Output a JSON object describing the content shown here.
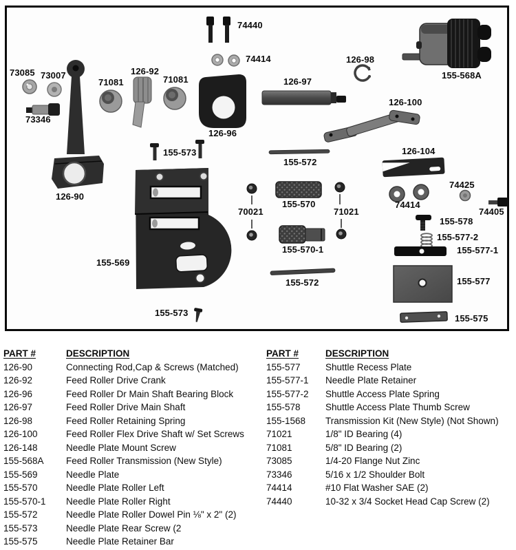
{
  "diagram": {
    "labels": [
      "73085",
      "73007",
      "73346",
      "126-90",
      "71081",
      "126-92",
      "71081",
      "126-96",
      "74440",
      "74414",
      "155-573",
      "126-97",
      "126-98",
      "155-568A",
      "126-100",
      "155-572",
      "126-104",
      "155-569",
      "70021",
      "155-570",
      "71021",
      "155-570-1",
      "74414",
      "74425",
      "74405",
      "155-578",
      "155-577-2",
      "155-577-1",
      "155-577",
      "155-572",
      "155-573",
      "155-575"
    ]
  },
  "parts_list": {
    "left": {
      "header_part": "PART #",
      "header_desc": "DESCRIPTION",
      "rows": [
        {
          "part": "126-90",
          "desc": "Connecting Rod,Cap & Screws (Matched)"
        },
        {
          "part": "126-92",
          "desc": "Feed Roller Drive Crank"
        },
        {
          "part": "126-96",
          "desc": "Feed Roller Dr Main Shaft Bearing Block"
        },
        {
          "part": "126-97",
          "desc": "Feed Roller Drive Main Shaft"
        },
        {
          "part": "126-98",
          "desc": "Feed Roller Retaining Spring"
        },
        {
          "part": "126-100",
          "desc": "Feed Roller Flex Drive Shaft w/ Set Screws"
        },
        {
          "part": "126-148",
          "desc": "Needle Plate Mount Screw"
        },
        {
          "part": "155-568A",
          "desc": "Feed Roller Transmission (New Style)"
        },
        {
          "part": "155-569",
          "desc": "Needle Plate"
        },
        {
          "part": "155-570",
          "desc": "Needle Plate Roller Left"
        },
        {
          "part": "155-570-1",
          "desc": "Needle Plate Roller Right"
        },
        {
          "part": "155-572",
          "desc": "Needle Plate Roller Dowel Pin ⅛\" x 2\" (2)"
        },
        {
          "part": "155-573",
          "desc": "Needle Plate Rear Screw (2"
        },
        {
          "part": "155-575",
          "desc": "Needle Plate Retainer Bar"
        }
      ]
    },
    "right": {
      "header_part": "PART #",
      "header_desc": "DESCRIPTION",
      "rows": [
        {
          "part": "155-577",
          "desc": "Shuttle Recess Plate"
        },
        {
          "part": "155-577-1",
          "desc": "Needle Plate Retainer"
        },
        {
          "part": "155-577-2",
          "desc": "Shuttle Access Plate Spring"
        },
        {
          "part": "155-578",
          "desc": "Shuttle Access Plate Thumb Screw"
        },
        {
          "part": "155-1568",
          "desc": "Transmission Kit (New Style) (Not Shown)"
        },
        {
          "part": "71021",
          "desc": "1/8\" ID Bearing (4)"
        },
        {
          "part": "71081",
          "desc": "5/8\" ID Bearing (2)"
        },
        {
          "part": "73085",
          "desc": "1/4-20 Flange Nut Zinc"
        },
        {
          "part": "73346",
          "desc": "5/16 x 1/2 Shoulder Bolt"
        },
        {
          "part": "74414",
          "desc": "#10 Flat Washer SAE (2)"
        },
        {
          "part": "74440",
          "desc": "10-32 x 3/4 Socket Head Cap Screw (2)"
        }
      ]
    }
  }
}
